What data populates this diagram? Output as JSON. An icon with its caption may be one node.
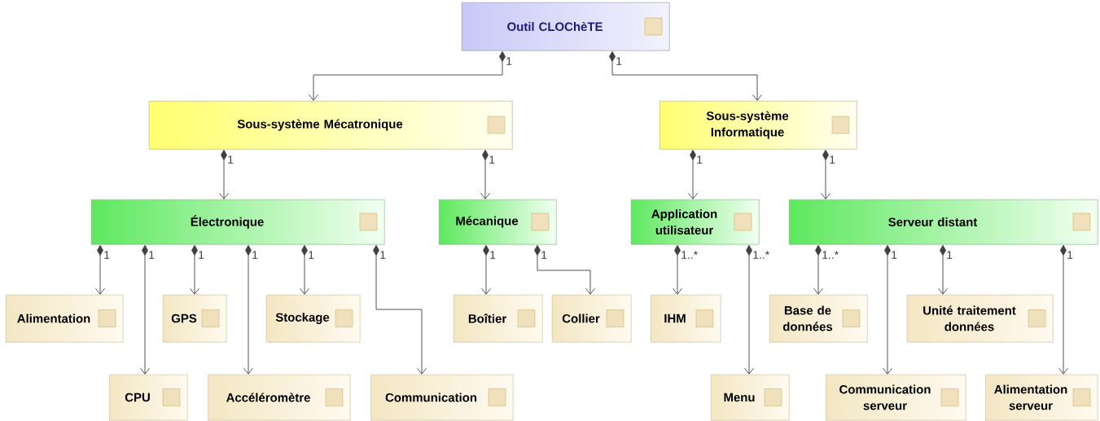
{
  "diagram": {
    "nodes": [
      {
        "text": [
          "Outil CLOChèTE"
        ]
      },
      {
        "text": [
          "Sous-système Mécatronique"
        ]
      },
      {
        "text": [
          "Sous-système Informatique"
        ]
      },
      {
        "text": [
          "Électronique"
        ]
      },
      {
        "text": [
          "Mécanique"
        ]
      },
      {
        "text": [
          "Application utilisateur"
        ]
      },
      {
        "text": [
          "Serveur distant"
        ]
      },
      {
        "text": [
          "Alimentation"
        ]
      },
      {
        "text": [
          "GPS"
        ]
      },
      {
        "text": [
          "Stockage"
        ]
      },
      {
        "text": [
          "Boîtier"
        ]
      },
      {
        "text": [
          "Collier"
        ]
      },
      {
        "text": [
          "IHM"
        ]
      },
      {
        "text": [
          "Base de données"
        ]
      },
      {
        "text": [
          "Unité traitement données"
        ]
      },
      {
        "text": [
          "CPU"
        ]
      },
      {
        "text": [
          "Accéléromètre"
        ]
      },
      {
        "text": [
          "Communication"
        ]
      },
      {
        "text": [
          "Menu"
        ]
      },
      {
        "text": [
          "Communication serveur"
        ]
      },
      {
        "text": [
          "Alimentation serveur"
        ]
      }
    ],
    "edges": [
      {
        "from": 0,
        "to": 1,
        "arrow": "to",
        "label": "1"
      },
      {
        "from": 0,
        "to": 2,
        "arrow": "to",
        "label": "1"
      },
      {
        "from": 1,
        "to": 3,
        "arrow": "to",
        "label": "1"
      },
      {
        "from": 1,
        "to": 4,
        "arrow": "to",
        "label": "1"
      },
      {
        "from": 2,
        "to": 5,
        "arrow": "to",
        "label": "1"
      },
      {
        "from": 2,
        "to": 6,
        "arrow": "to",
        "label": "1"
      },
      {
        "from": 3,
        "to": 7,
        "arrow": "to",
        "label": "1"
      },
      {
        "from": 3,
        "to": 15,
        "arrow": "to",
        "label": "1"
      },
      {
        "from": 3,
        "to": 8,
        "arrow": "to",
        "label": "1"
      },
      {
        "from": 3,
        "to": 16,
        "arrow": "to",
        "label": "1"
      },
      {
        "from": 3,
        "to": 9,
        "arrow": "to",
        "label": "1"
      },
      {
        "from": 3,
        "to": 17,
        "arrow": "to",
        "label": "1"
      },
      {
        "from": 4,
        "to": 10,
        "arrow": "to",
        "label": "1"
      },
      {
        "from": 4,
        "to": 11,
        "arrow": "to",
        "label": "1"
      },
      {
        "from": 5,
        "to": 12,
        "arrow": "to",
        "label": "1..*"
      },
      {
        "from": 5,
        "to": 18,
        "arrow": "to",
        "label": "1..*"
      },
      {
        "from": 6,
        "to": 13,
        "arrow": "to",
        "label": "1..*"
      },
      {
        "from": 6,
        "to": 19,
        "arrow": "to",
        "label": "1"
      },
      {
        "from": 6,
        "to": 14,
        "arrow": "to",
        "label": "1"
      },
      {
        "from": 6,
        "to": 20,
        "arrow": "to",
        "label": "1"
      }
    ]
  }
}
